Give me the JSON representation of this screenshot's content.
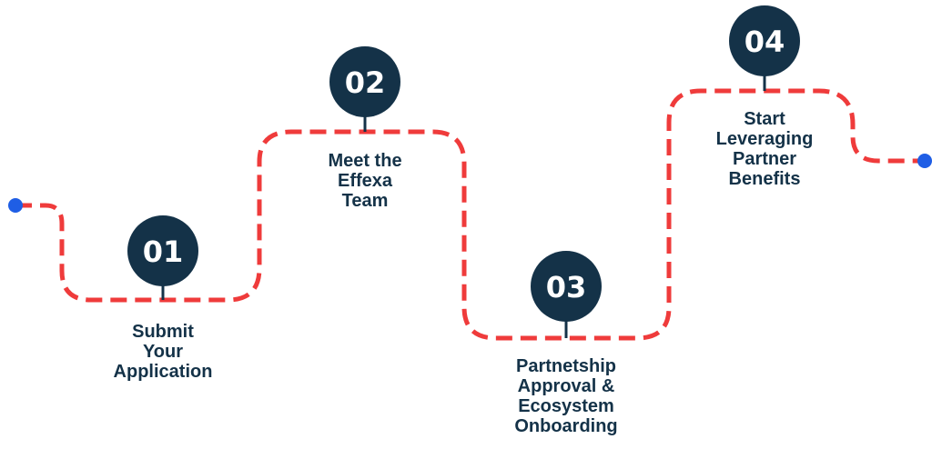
{
  "colors": {
    "path": "#ef3b3b",
    "node": "#143248",
    "endpoint": "#1f5ee5",
    "label": "#143248"
  },
  "steps": [
    {
      "number": "01",
      "label": "Submit\nYour\nApplication"
    },
    {
      "number": "02",
      "label": "Meet the\nEffexa\nTeam"
    },
    {
      "number": "03",
      "label": "Partnetship\nApproval &\nEcosystem\nOnboarding"
    },
    {
      "number": "04",
      "label": "Start\nLeveraging\nPartner\nBenefits"
    }
  ]
}
